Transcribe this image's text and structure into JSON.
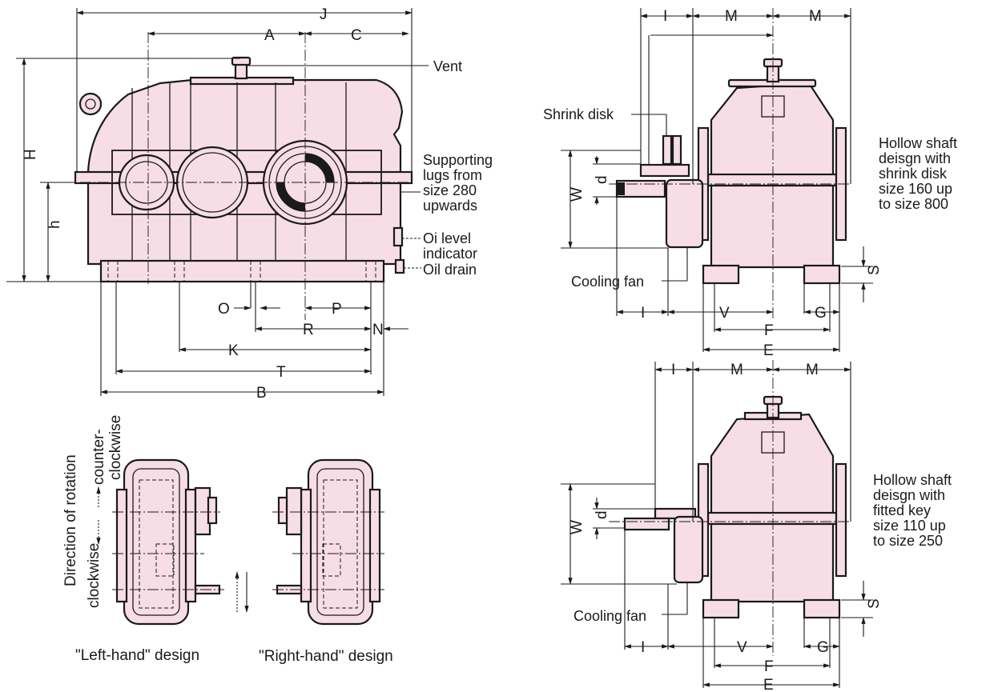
{
  "front_view": {
    "dims": {
      "J": "J",
      "A": "A",
      "C": "C",
      "H": "H",
      "h": "h",
      "O": "O",
      "P": "P",
      "R": "R",
      "N": "N",
      "K": "K",
      "T": "T",
      "B": "B"
    },
    "callouts": {
      "vent": "Vent",
      "lugs": [
        "Supporting",
        "lugs from",
        "size 280",
        "upwards"
      ],
      "oil_level": [
        "Oi level",
        "indicator"
      ],
      "oil_drain": "Oil drain"
    }
  },
  "side_view_shrink": {
    "dims": {
      "I_top": "I",
      "M1": "M",
      "M2": "M",
      "W": "W",
      "d": "d",
      "S": "S",
      "I_bot": "I",
      "V": "V",
      "G": "G",
      "F": "F",
      "E": "E"
    },
    "callouts": {
      "shrink_disk": "Shrink disk",
      "cooling_fan": "Cooling fan"
    },
    "caption": [
      "Hollow shaft",
      "deisgn with",
      "shrink disk",
      "size 160 up",
      "to size 800"
    ]
  },
  "side_view_key": {
    "dims": {
      "I_top": "I",
      "M1": "M",
      "M2": "M",
      "W": "W",
      "d": "d",
      "S": "S",
      "I_bot": "I",
      "V": "V",
      "G": "G",
      "F": "F",
      "E": "E"
    },
    "callouts": {
      "cooling_fan": "Cooling fan"
    },
    "caption": [
      "Hollow shaft",
      "deisgn with",
      "fitted key",
      "size 110 up",
      "to size 250"
    ]
  },
  "rotation": {
    "title": "Direction of rotation",
    "ccw": [
      "counter-",
      "clockwise"
    ],
    "cw": "clockwise",
    "left_caption": "\"Left-hand\" design",
    "right_caption": "\"Right-hand\" design"
  }
}
